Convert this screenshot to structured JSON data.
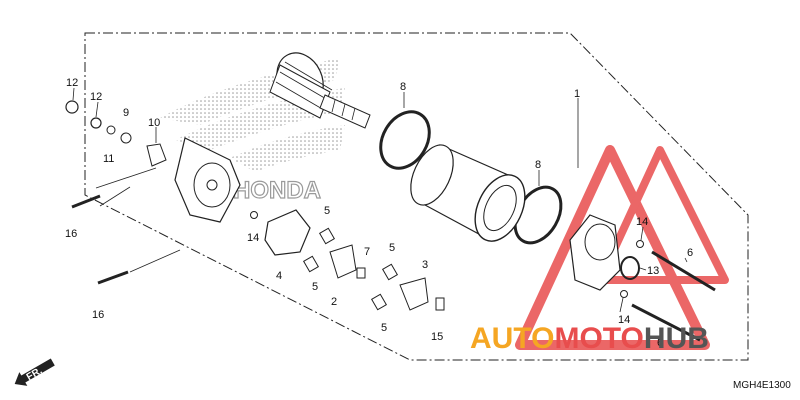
{
  "diagram": {
    "code": "MGH4E1300",
    "direction_label": "FR.",
    "brand_text": "HONDA",
    "parts": [
      {
        "id": "p1",
        "label": "1"
      },
      {
        "id": "p2",
        "label": "2"
      },
      {
        "id": "p3",
        "label": "3"
      },
      {
        "id": "p4",
        "label": "4"
      },
      {
        "id": "p5a",
        "label": "5"
      },
      {
        "id": "p5b",
        "label": "5"
      },
      {
        "id": "p5c",
        "label": "5"
      },
      {
        "id": "p5d",
        "label": "5"
      },
      {
        "id": "p6a",
        "label": "6"
      },
      {
        "id": "p6b",
        "label": "6"
      },
      {
        "id": "p7",
        "label": "7"
      },
      {
        "id": "p8a",
        "label": "8"
      },
      {
        "id": "p8b",
        "label": "8"
      },
      {
        "id": "p9",
        "label": "9"
      },
      {
        "id": "p10",
        "label": "10"
      },
      {
        "id": "p11",
        "label": "11"
      },
      {
        "id": "p12a",
        "label": "12"
      },
      {
        "id": "p12b",
        "label": "12"
      },
      {
        "id": "p13",
        "label": "13"
      },
      {
        "id": "p14a",
        "label": "14"
      },
      {
        "id": "p14b",
        "label": "14"
      },
      {
        "id": "p14c",
        "label": "14"
      },
      {
        "id": "p15",
        "label": "15"
      },
      {
        "id": "p16a",
        "label": "16"
      },
      {
        "id": "p16b",
        "label": "16"
      }
    ]
  },
  "watermark": {
    "text_part1": "AUTO",
    "text_part2": "MOTO",
    "text_part3": "HUB",
    "color_orange": "#f5a623",
    "color_red": "#e84d4d",
    "color_dark": "#555555"
  }
}
